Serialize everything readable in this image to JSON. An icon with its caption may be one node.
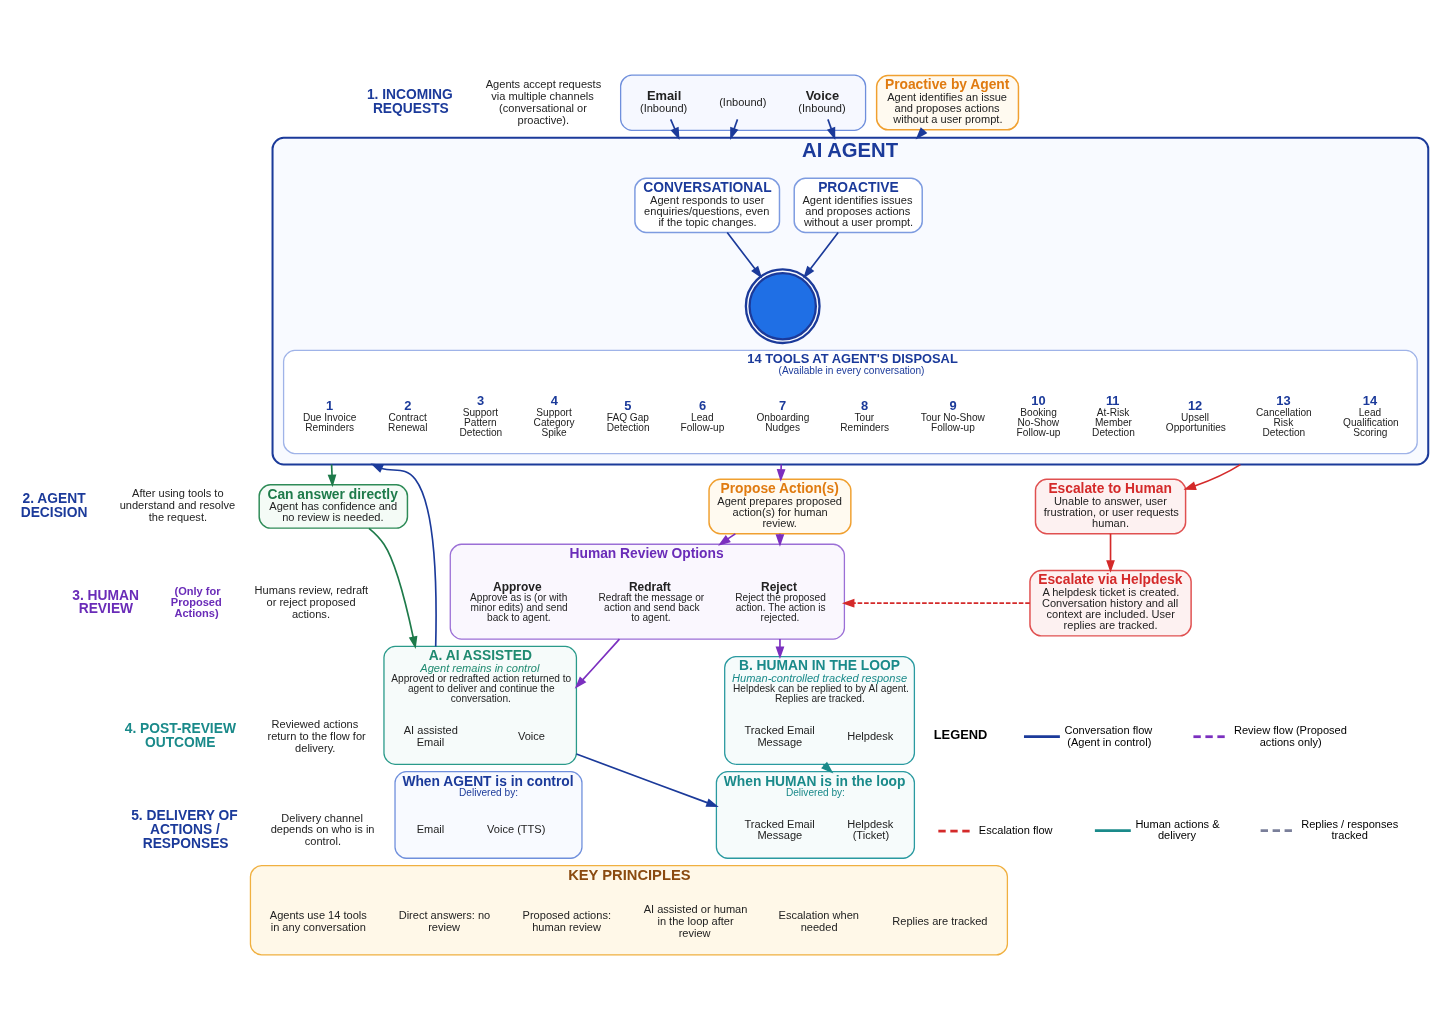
{
  "diagram": {
    "nodes": [
      {
        "text": [],
        "shape": "box"
      },
      {
        "text": [
          "Email",
          "(Inbound)"
        ],
        "in": 0
      },
      {
        "text": [
          "(Inbound)"
        ],
        "in": 0
      },
      {
        "text": [
          "Voice",
          "(Inbound)"
        ],
        "in": 0
      },
      {
        "text": [
          "Proactive by Agent",
          "Agent identifies an issue and proposes actions without a user prompt."
        ]
      },
      {
        "text": [
          "AI AGENT"
        ]
      },
      {
        "text": [
          "CONVERSATIONAL",
          "Agent responds to user enquiries/questions, even if the topic changes."
        ],
        "in": 5
      },
      {
        "text": [],
        "shape": "picture",
        "in": 5
      },
      {
        "text": [
          "PROACTIVE",
          "Agent identifies issues and proposes actions without a user prompt."
        ],
        "in": 5
      },
      {
        "text": [
          "14 TOOLS AT AGENT'S DISPOSAL",
          "(Available in every conversation)"
        ],
        "in": 5
      },
      {
        "text": [
          "1",
          "Due Invoice Reminders"
        ],
        "in": 9
      },
      {
        "text": [
          "2",
          "Contract Renewal"
        ],
        "in": 9
      },
      {
        "text": [
          "3",
          "Support Pattern Detection"
        ],
        "in": 9
      },
      {
        "text": [
          "4",
          "Support Category Spike"
        ],
        "in": 9
      },
      {
        "text": [
          "5",
          "FAQ Gap Detection"
        ],
        "in": 9
      },
      {
        "text": [
          "6",
          "Lead Follow-up"
        ],
        "in": 9
      },
      {
        "text": [
          "7",
          "Onboarding Nudges"
        ],
        "in": 9
      },
      {
        "text": [
          "8",
          "Tour Reminders"
        ],
        "in": 9
      },
      {
        "text": [
          "9",
          "Tour No-Show Follow-up"
        ],
        "in": 9
      },
      {
        "text": [
          "10",
          "Booking No-Show Follow-up"
        ],
        "in": 9
      },
      {
        "text": [
          "11",
          "At-Risk Member Detection"
        ],
        "in": 9
      },
      {
        "text": [
          "12",
          "Upsell Opportunities"
        ],
        "in": 9
      },
      {
        "text": [
          "13",
          "Cancellation Risk Detection"
        ],
        "in": 9
      },
      {
        "text": [
          "14",
          "Lead Qualification Scoring"
        ],
        "in": 9
      },
      {
        "text": [
          "Can answer directly",
          "Agent has confidence and no review is needed."
        ]
      },
      {
        "text": [
          "Propose Action(s)",
          "Agent prepares proposed action(s) for human review."
        ]
      },
      {
        "text": [
          "Escalate to Human",
          "Unable to answer, user frustration, or user requests human."
        ]
      },
      {
        "text": [
          "Human Review Options"
        ]
      },
      {
        "text": [
          "Approve",
          "Approve as is (or with minor edits) and send back to agent."
        ],
        "in": 27
      },
      {
        "text": [
          "Redraft",
          "Redraft the message or action and send back to agent."
        ],
        "in": 27
      },
      {
        "text": [
          "Reject",
          "Reject the proposed action. The action is rejected."
        ],
        "in": 27
      },
      {
        "text": [
          "Escalate via Helpdesk",
          "A helpdesk ticket is created. Conversation history and all context are included. User replies are tracked."
        ]
      },
      {
        "text": [
          "A. AI ASSISTED",
          "Agent remains in control",
          "Approved or redrafted action returned to agent to deliver and continue the conversation."
        ]
      },
      {
        "text": [
          "AI assisted Email"
        ],
        "in": 32
      },
      {
        "text": [
          "Voice"
        ],
        "in": 32
      },
      {
        "text": [
          "B. HUMAN IN THE LOOP",
          "Human-controlled tracked response",
          "Helpdesk can be replied to by AI agent. Replies are tracked."
        ]
      },
      {
        "text": [
          "Tracked Email Message"
        ],
        "in": 35
      },
      {
        "text": [
          "Helpdesk"
        ],
        "in": 35
      },
      {
        "text": [
          "When AGENT is in control",
          "Delivered by:"
        ]
      },
      {
        "text": [
          "Email"
        ],
        "in": 38
      },
      {
        "text": [
          "Voice (TTS)"
        ],
        "in": 38
      },
      {
        "text": [
          "When HUMAN is in the loop",
          "Delivered by:"
        ]
      },
      {
        "text": [
          "Tracked Email Message"
        ],
        "in": 41
      },
      {
        "text": [
          "Helpdesk (Ticket)"
        ],
        "in": 41
      },
      {
        "text": [
          "KEY PRINCIPLES"
        ]
      },
      {
        "text": [
          "Agents use 14 tools in any conversation"
        ],
        "in": 44
      },
      {
        "text": [
          "Direct answers: no review"
        ],
        "in": 44
      },
      {
        "text": [
          "Proposed actions: human review"
        ],
        "in": 44
      },
      {
        "text": [
          "AI assisted or human in the loop after review"
        ],
        "in": 44
      },
      {
        "text": [
          "Escalation when needed"
        ],
        "in": 44
      },
      {
        "text": [
          "Replies are tracked"
        ],
        "in": 44
      }
    ],
    "edges": [
      {
        "from": 1,
        "to": 5,
        "arrow": "to"
      },
      {
        "from": 2,
        "to": 5,
        "arrow": "to"
      },
      {
        "from": 3,
        "to": 5,
        "arrow": "to"
      },
      {
        "from": 4,
        "to": 5,
        "arrow": "to"
      },
      {
        "from": 6,
        "to": 7,
        "arrow": "to"
      },
      {
        "from": 8,
        "to": 7,
        "arrow": "to"
      },
      {
        "from": 5,
        "to": 24,
        "arrow": "to",
        "color": "#1e7a4a"
      },
      {
        "from": 5,
        "to": 25,
        "arrow": "to",
        "color": "#7b2fbf"
      },
      {
        "from": 5,
        "to": 26,
        "arrow": "to",
        "color": "#d42a2a"
      },
      {
        "from": 25,
        "to": 27,
        "arrow": "to",
        "color": "#7b2fbf"
      },
      {
        "from": 25,
        "to": 27,
        "arrow": "to",
        "color": "#7b2fbf"
      },
      {
        "from": 26,
        "to": 31,
        "arrow": "to",
        "color": "#d42a2a"
      },
      {
        "from": 31,
        "to": 27,
        "arrow": "to",
        "style": "dashed",
        "color": "#d42a2a"
      },
      {
        "from": 24,
        "to": 32,
        "arrow": "to",
        "color": "#1e7a4a"
      },
      {
        "from": 27,
        "to": 32,
        "arrow": "to",
        "color": "#7b2fbf"
      },
      {
        "from": 27,
        "to": 35,
        "arrow": "to",
        "color": "#7b2fbf"
      },
      {
        "from": 32,
        "to": 5,
        "arrow": "to"
      },
      {
        "from": 32,
        "to": 41,
        "arrow": "to"
      },
      {
        "from": 35,
        "to": 41,
        "arrow": "to",
        "color": "#1a8a8a"
      }
    ],
    "labels": [
      "1. INCOMING REQUESTS",
      "Agents accept requests via multiple channels (conversational or proactive).",
      "2. AGENT DECISION",
      "After using tools to understand and resolve the request.",
      "3. HUMAN REVIEW",
      "(Only for Proposed Actions)",
      "Humans review, redraft or reject proposed actions.",
      "4. POST-REVIEW OUTCOME",
      "Reviewed actions return to the flow for delivery.",
      "5. DELIVERY OF ACTIONS / RESPONSES",
      "Delivery channel depends on who is in control.",
      "LEGEND"
    ],
    "legend": [
      {
        "text": "Conversation flow (Agent in control)"
      },
      {
        "text": "Review flow (Proposed actions only)"
      },
      {
        "text": "Escalation flow"
      },
      {
        "text": "Human actions & delivery"
      },
      {
        "text": "Replies / responses tracked"
      }
    ]
  }
}
